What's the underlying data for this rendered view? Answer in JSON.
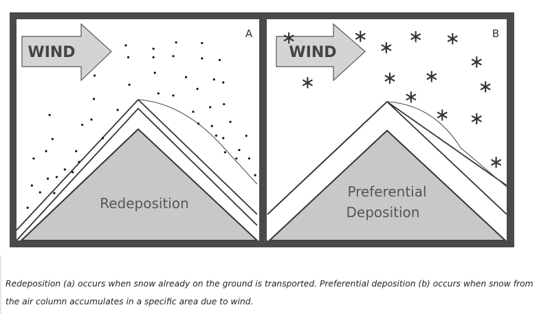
{
  "figure": {
    "panel_a": {
      "letter": "A",
      "wind_label": "WIND",
      "mountain_label": "Redeposition"
    },
    "panel_b": {
      "letter": "B",
      "wind_label": "WIND",
      "mountain_label_line1": "Preferential",
      "mountain_label_line2": "Deposition"
    },
    "colors": {
      "frame": "#4a4a4a",
      "mountain": "#c8c8c8",
      "arrow": "#d4d4d4",
      "line": "#333333"
    }
  },
  "caption": {
    "line1": "Redeposition (a) occurs when snow already on the ground is transported. Preferential deposition (b) occurs when snow from",
    "line2": "the air column accumulates in a specific area due to wind."
  }
}
